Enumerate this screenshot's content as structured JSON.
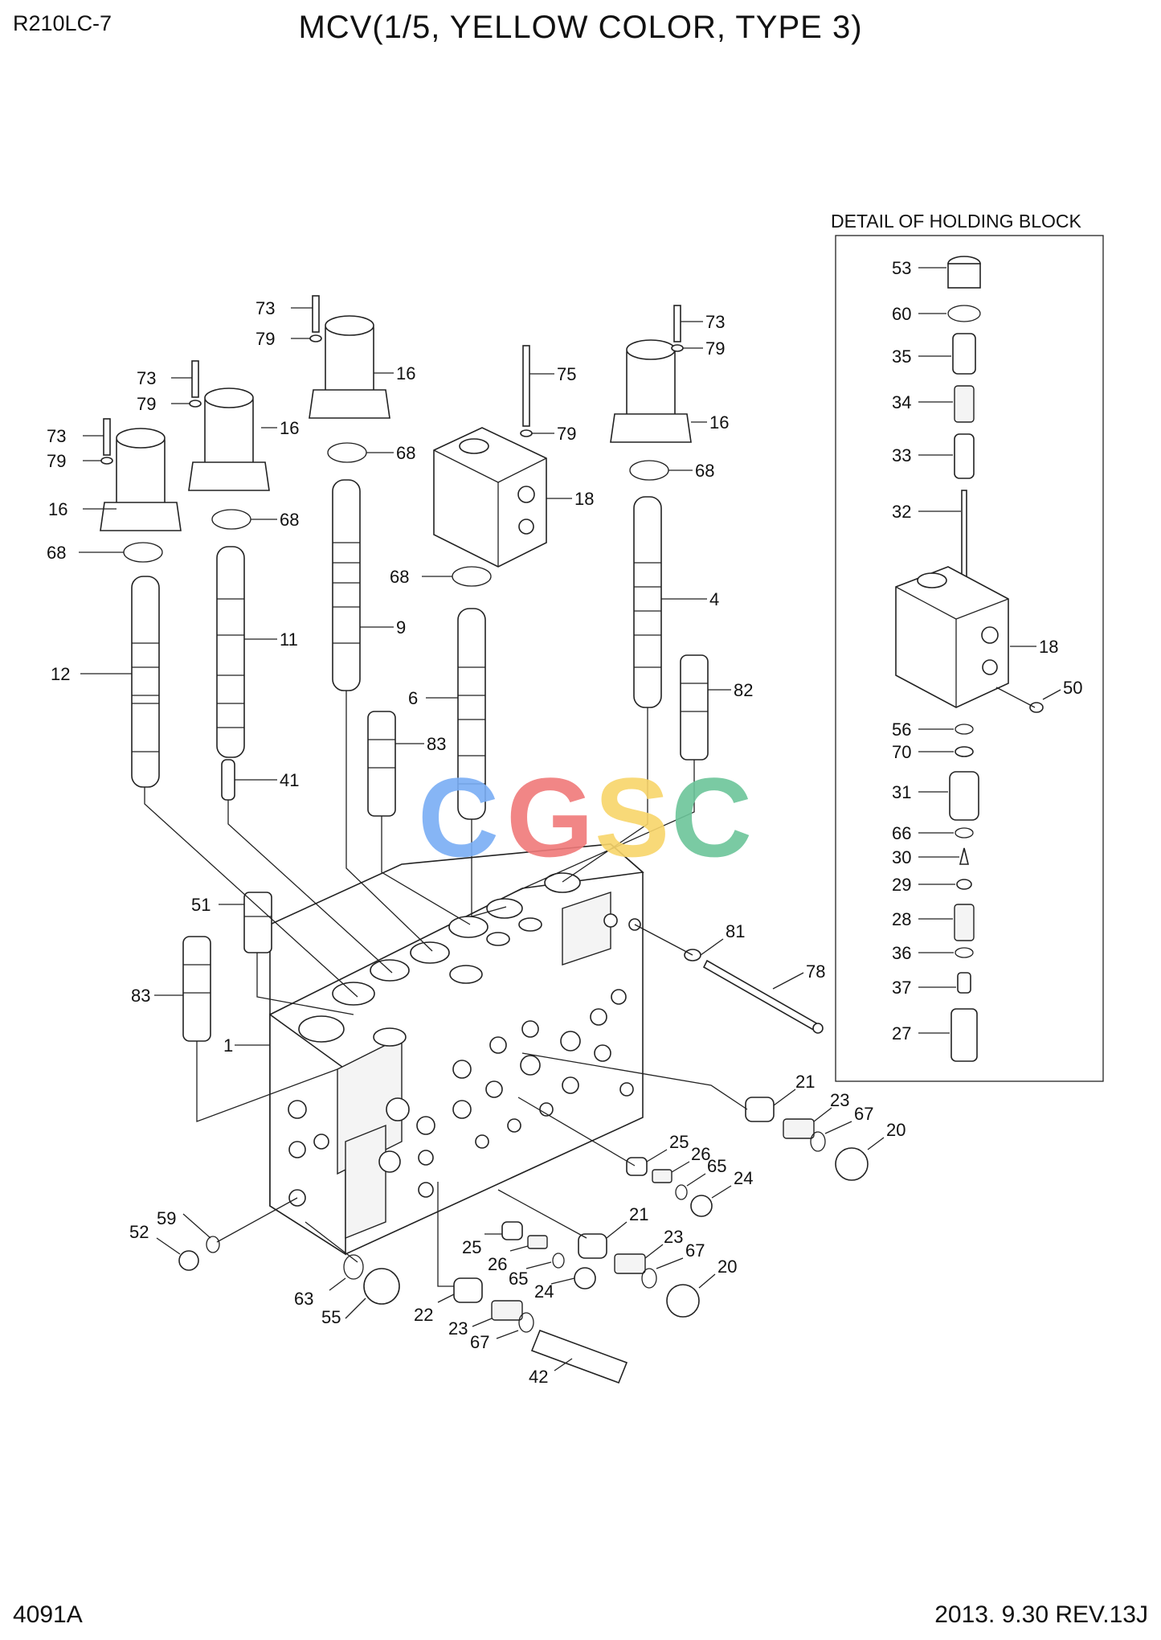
{
  "header": {
    "model": "R210LC-7",
    "title": "MCV(1/5, YELLOW COLOR, TYPE 3)"
  },
  "footer": {
    "doc_code": "4091A",
    "revision": "2013. 9.30  REV.13J"
  },
  "detail": {
    "title": "DETAIL OF HOLDING BLOCK"
  },
  "watermark": {
    "letters": [
      "C",
      "G",
      "S",
      "C"
    ],
    "colors": [
      "#7aaef5",
      "#f07a7a",
      "#f8d56a",
      "#6cc59a"
    ]
  },
  "labels": [
    {
      "id": "l73a",
      "text": "73"
    },
    {
      "id": "l79a",
      "text": "79"
    },
    {
      "id": "l16a",
      "text": "16"
    },
    {
      "id": "l73b",
      "text": "73"
    },
    {
      "id": "l79b",
      "text": "79"
    },
    {
      "id": "l16b",
      "text": "16"
    },
    {
      "id": "l73c",
      "text": "73"
    },
    {
      "id": "l79c",
      "text": "79"
    },
    {
      "id": "l16c",
      "text": "16"
    },
    {
      "id": "l73d",
      "text": "73"
    },
    {
      "id": "l79d",
      "text": "79"
    },
    {
      "id": "l16d",
      "text": "16"
    },
    {
      "id": "l75",
      "text": "75"
    },
    {
      "id": "l79e",
      "text": "79"
    },
    {
      "id": "l68a",
      "text": "68"
    },
    {
      "id": "l68b",
      "text": "68"
    },
    {
      "id": "l68c",
      "text": "68"
    },
    {
      "id": "l68d",
      "text": "68"
    },
    {
      "id": "l68e",
      "text": "68"
    },
    {
      "id": "l18",
      "text": "18"
    },
    {
      "id": "l4",
      "text": "4"
    },
    {
      "id": "l12",
      "text": "12"
    },
    {
      "id": "l11",
      "text": "11"
    },
    {
      "id": "l9",
      "text": "9"
    },
    {
      "id": "l6",
      "text": "6"
    },
    {
      "id": "l82",
      "text": "82"
    },
    {
      "id": "l83a",
      "text": "83"
    },
    {
      "id": "l41",
      "text": "41"
    },
    {
      "id": "l51",
      "text": "51"
    },
    {
      "id": "l83b",
      "text": "83"
    },
    {
      "id": "l1",
      "text": "1"
    },
    {
      "id": "l81",
      "text": "81"
    },
    {
      "id": "l78",
      "text": "78"
    },
    {
      "id": "l21a",
      "text": "21"
    },
    {
      "id": "l23a",
      "text": "23"
    },
    {
      "id": "l67a",
      "text": "67"
    },
    {
      "id": "l20a",
      "text": "20"
    },
    {
      "id": "l25a",
      "text": "25"
    },
    {
      "id": "l26a",
      "text": "26"
    },
    {
      "id": "l65a",
      "text": "65"
    },
    {
      "id": "l24a",
      "text": "24"
    },
    {
      "id": "l21b",
      "text": "21"
    },
    {
      "id": "l23b",
      "text": "23"
    },
    {
      "id": "l67b",
      "text": "67"
    },
    {
      "id": "l20b",
      "text": "20"
    },
    {
      "id": "l25b",
      "text": "25"
    },
    {
      "id": "l26b",
      "text": "26"
    },
    {
      "id": "l65b",
      "text": "65"
    },
    {
      "id": "l24b",
      "text": "24"
    },
    {
      "id": "l59",
      "text": "59"
    },
    {
      "id": "l52",
      "text": "52"
    },
    {
      "id": "l63",
      "text": "63"
    },
    {
      "id": "l55",
      "text": "55"
    },
    {
      "id": "l22",
      "text": "22"
    },
    {
      "id": "l23c",
      "text": "23"
    },
    {
      "id": "l67c",
      "text": "67"
    },
    {
      "id": "l42",
      "text": "42"
    },
    {
      "id": "d53",
      "text": "53"
    },
    {
      "id": "d60",
      "text": "60"
    },
    {
      "id": "d35",
      "text": "35"
    },
    {
      "id": "d34",
      "text": "34"
    },
    {
      "id": "d33",
      "text": "33"
    },
    {
      "id": "d32",
      "text": "32"
    },
    {
      "id": "d18",
      "text": "18"
    },
    {
      "id": "d50",
      "text": "50"
    },
    {
      "id": "d56",
      "text": "56"
    },
    {
      "id": "d70",
      "text": "70"
    },
    {
      "id": "d31",
      "text": "31"
    },
    {
      "id": "d66",
      "text": "66"
    },
    {
      "id": "d30",
      "text": "30"
    },
    {
      "id": "d29",
      "text": "29"
    },
    {
      "id": "d28",
      "text": "28"
    },
    {
      "id": "d36",
      "text": "36"
    },
    {
      "id": "d37",
      "text": "37"
    },
    {
      "id": "d27",
      "text": "27"
    }
  ]
}
